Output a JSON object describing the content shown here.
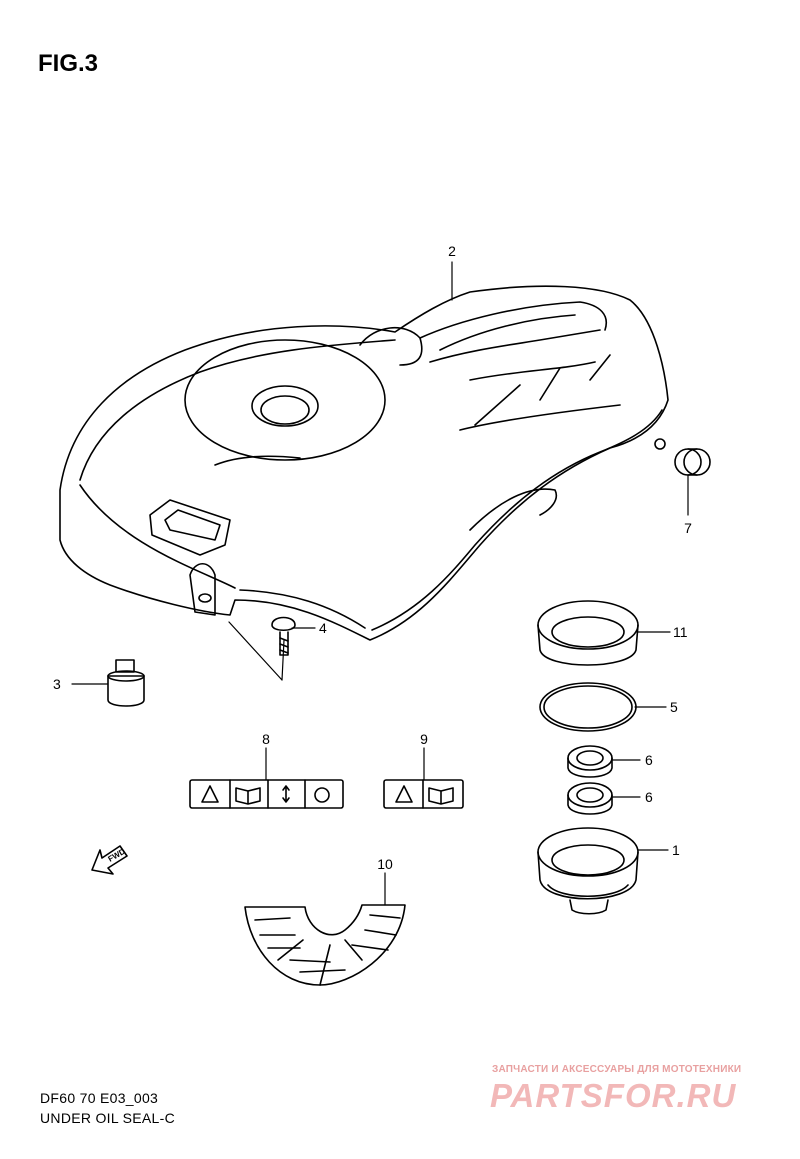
{
  "figure": {
    "title": "FIG.3",
    "code": "DF60 70 E03_003",
    "name": "UNDER OIL SEAL-C"
  },
  "callouts": {
    "c1": "1",
    "c2": "2",
    "c3": "3",
    "c4": "4",
    "c5": "5",
    "c6a": "6",
    "c6b": "6",
    "c7": "7",
    "c8": "8",
    "c9": "9",
    "c10": "10",
    "c11": "11"
  },
  "fwd_label": "FWD",
  "watermark": {
    "subtitle": "ЗАПЧАСТИ И АКСЕССУАРЫ ДЛЯ МОТОТЕХНИКИ",
    "brand": "PARTSFOR.RU"
  }
}
